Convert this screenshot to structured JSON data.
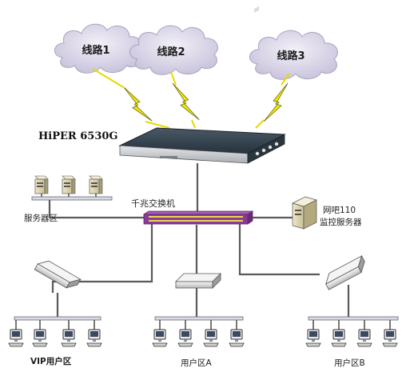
{
  "clouds": [
    {
      "label": "线路1"
    },
    {
      "label": "线路2"
    },
    {
      "label": "线路3"
    }
  ],
  "router": {
    "label": "HiPER 6530G"
  },
  "core_switch": {
    "label": "千兆交换机"
  },
  "server_zone": {
    "label": "服务器区"
  },
  "monitor_server": {
    "label_line1": "网吧110",
    "label_line2": "监控服务器"
  },
  "user_zones": [
    {
      "label": "VIP用户区"
    },
    {
      "label": "用户区A"
    },
    {
      "label": "用户区B"
    }
  ],
  "colors": {
    "cloud_fill": "#d9d4e6",
    "lightning": "#f2e800",
    "switch": "#8a3a9a",
    "link_line": "#5a5a5a",
    "router_body": "#2c3a46"
  },
  "icons": [
    "cloud-icon",
    "lightning-icon",
    "router-icon",
    "switch-icon",
    "server-icon",
    "pc-icon"
  ]
}
